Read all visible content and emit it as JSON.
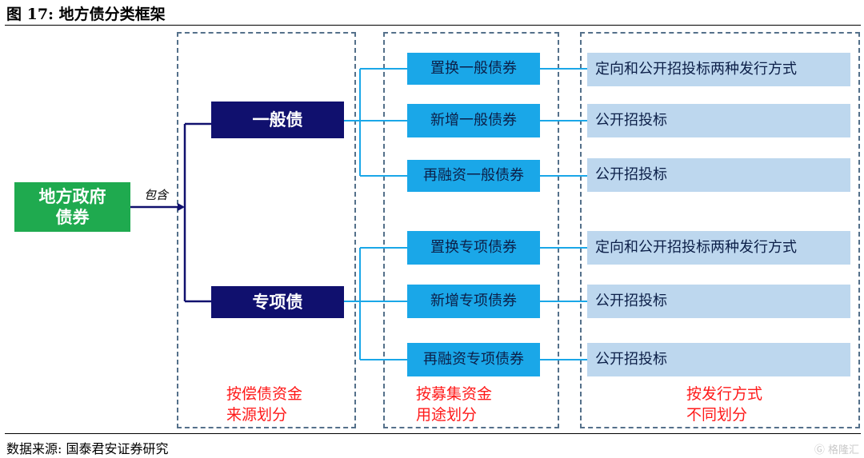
{
  "title": "图 17:  地方债分类框架",
  "root": {
    "label_line1": "地方政府",
    "label_line2": "债券"
  },
  "edge_label": "包含",
  "level1": [
    {
      "label": "一般债"
    },
    {
      "label": "专项债"
    }
  ],
  "level2": [
    {
      "label": "置换一般债券"
    },
    {
      "label": "新增一般债券"
    },
    {
      "label": "再融资一般债券"
    },
    {
      "label": "置换专项债券"
    },
    {
      "label": "新增专项债券"
    },
    {
      "label": "再融资专项债券"
    }
  ],
  "level3": [
    {
      "label": "定向和公开招投标两种发行方式"
    },
    {
      "label": "公开招投标"
    },
    {
      "label": "公开招投标"
    },
    {
      "label": "定向和公开招投标两种发行方式"
    },
    {
      "label": "公开招投标"
    },
    {
      "label": "公开招投标"
    }
  ],
  "captions": [
    {
      "line1": "按偿债资金",
      "line2": "来源划分"
    },
    {
      "line1": "按募集资金",
      "line2": "用途划分"
    },
    {
      "line1": "按发行方式",
      "line2": "不同划分"
    }
  ],
  "source": "数据来源:  国泰君安证券研究",
  "watermark": "格隆汇",
  "colors": {
    "root": "#1faa4f",
    "level1": "#10106e",
    "level2": "#1aa7e8",
    "level3": "#bdd7ee",
    "connector": "#1aa7e8",
    "caption": "#ff1a1a"
  },
  "icons": {
    "watermark": "glh-logo-icon"
  }
}
